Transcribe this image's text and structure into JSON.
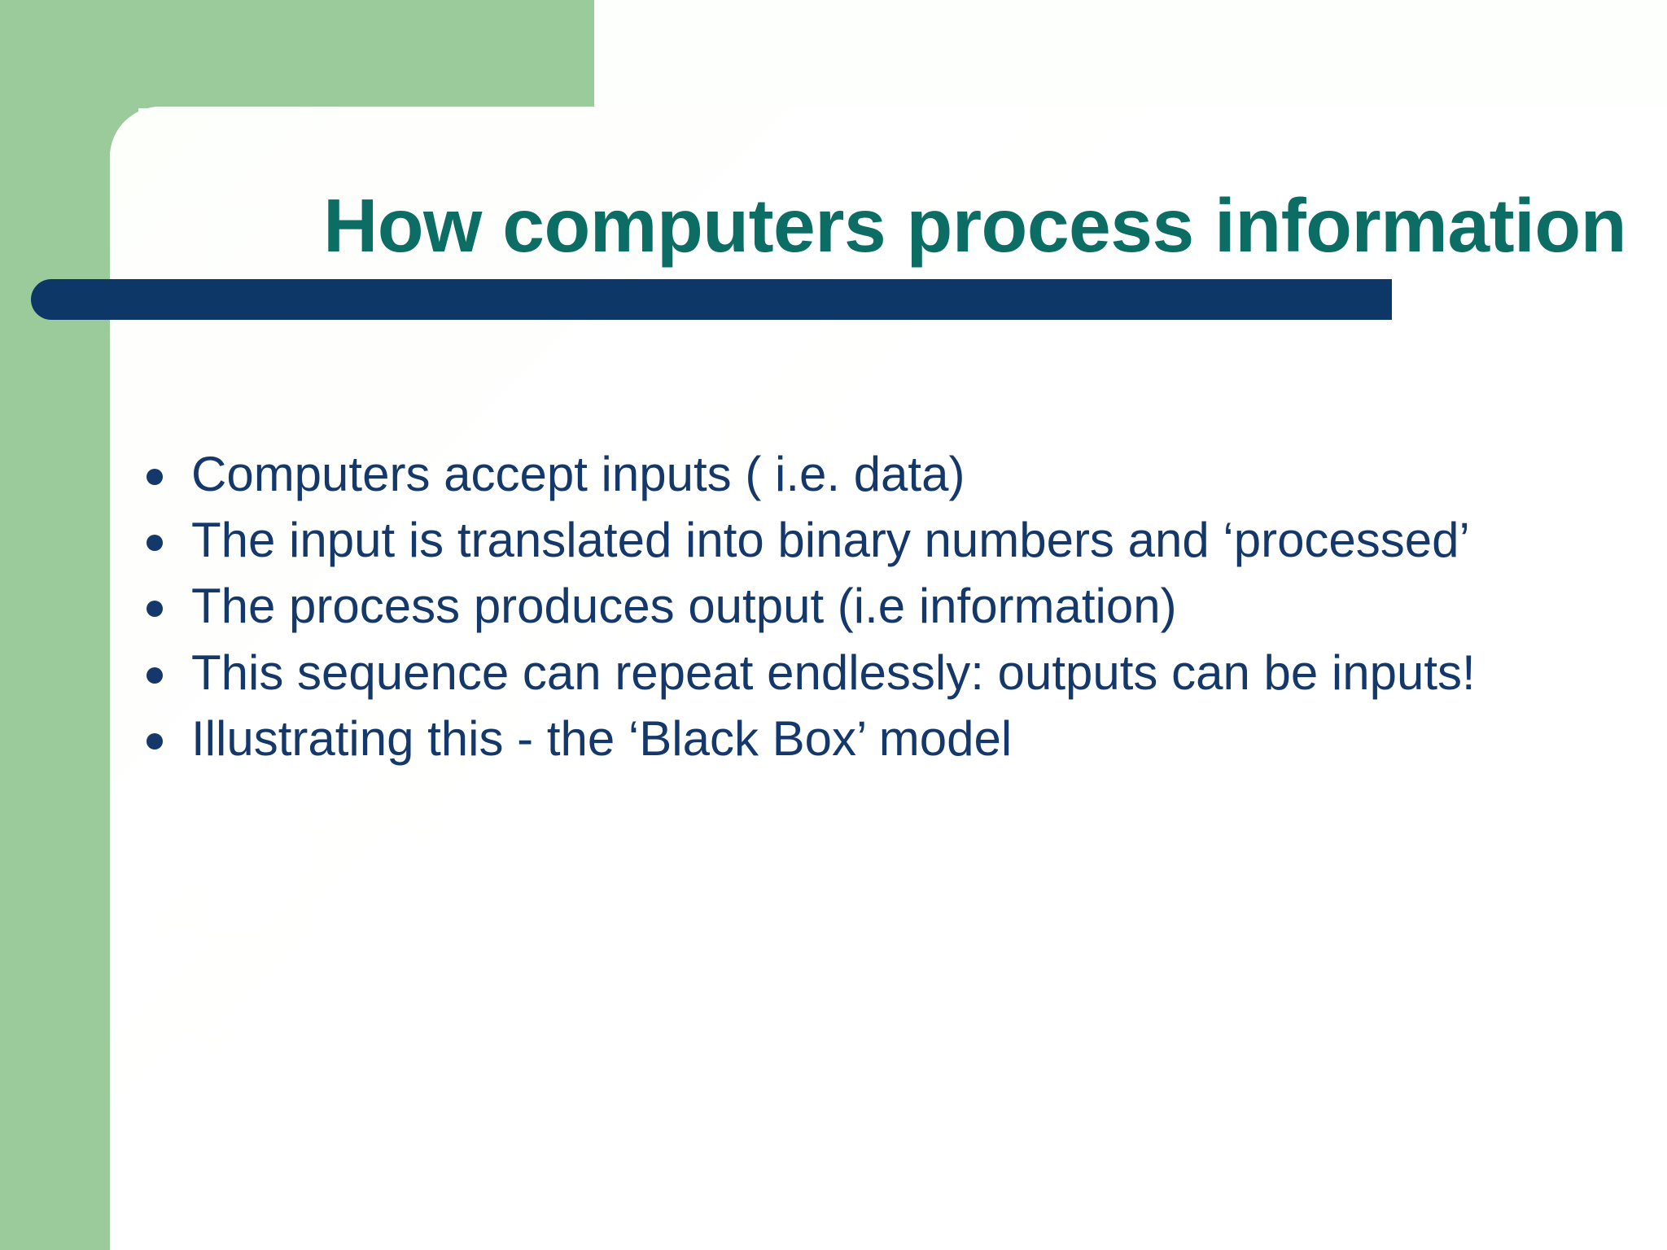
{
  "slide": {
    "title": "How computers process information",
    "bullets": [
      {
        "text": "Computers accept inputs ( i.e. data)"
      },
      {
        "text": "The input is translated into binary numbers and ‘processed’"
      },
      {
        "text": "The process produces output (i.e information)"
      },
      {
        "text": "This sequence can repeat endlessly: outputs can be inputs!"
      },
      {
        "text": "Illustrating this - the ‘Black Box’ model"
      }
    ],
    "colors": {
      "accent_green": "#9ccb9b",
      "title_teal": "#0b6d64",
      "rule_navy": "#0c3766",
      "body_navy": "#15386b",
      "background": "#fdfffc"
    }
  }
}
